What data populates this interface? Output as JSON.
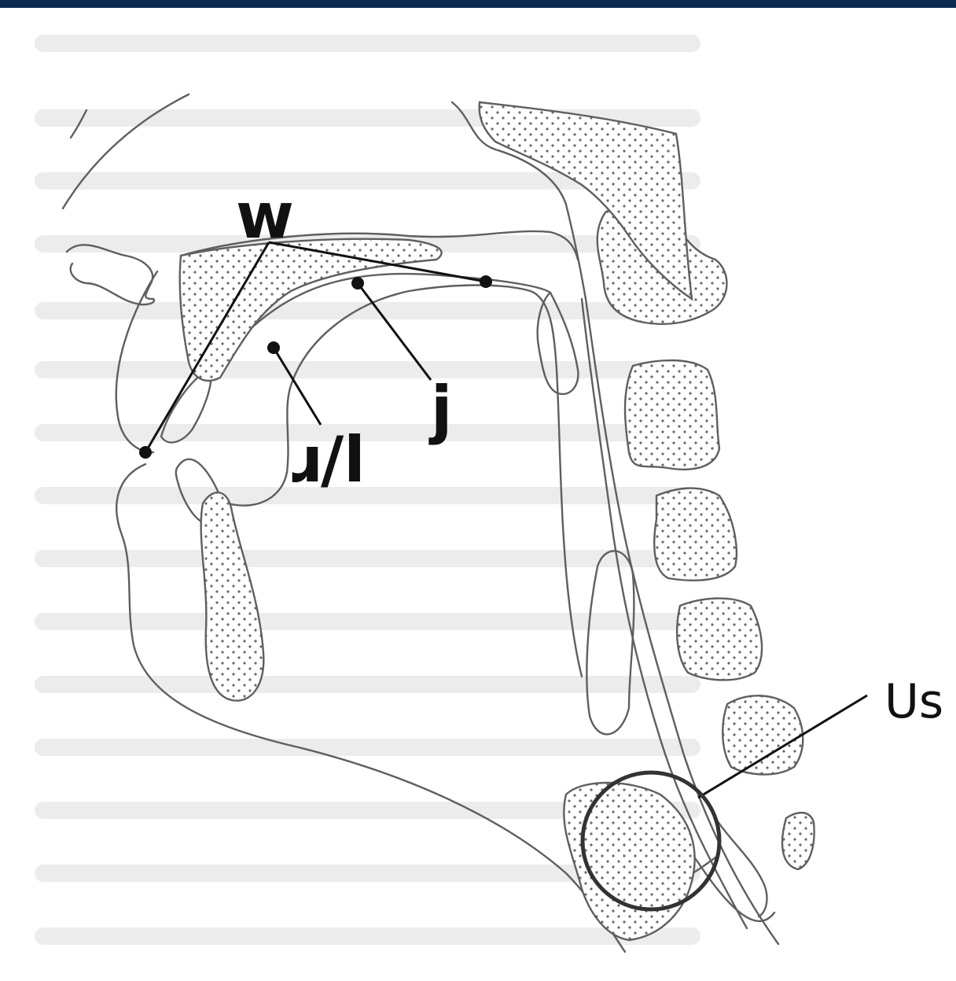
{
  "labels": {
    "w": "w",
    "j": "j",
    "r_l": "ɹ/l",
    "us": "Us"
  },
  "colors": {
    "top_bar": "#0d2b4e",
    "outline": "#5f5f5f",
    "annotation": "#111111"
  }
}
